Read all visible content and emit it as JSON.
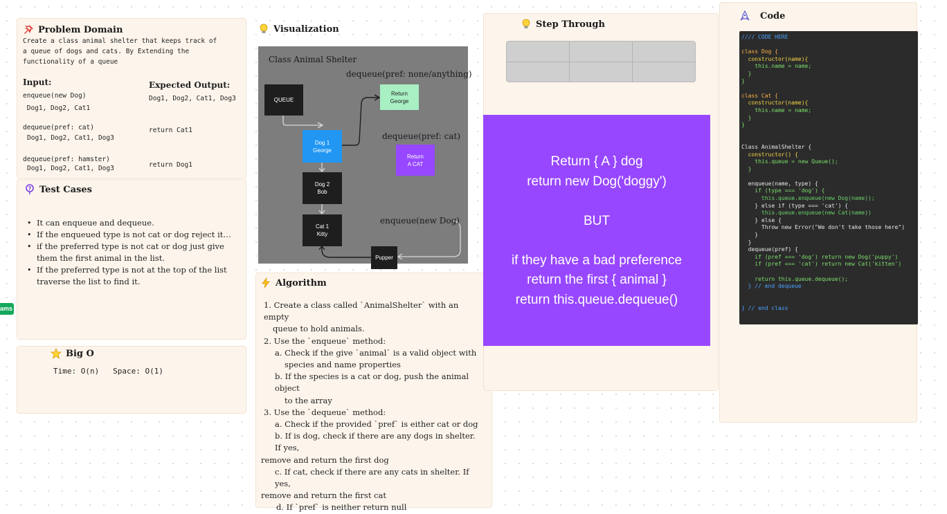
{
  "problem_domain": {
    "title": "Problem Domain",
    "description": "Create a class animal shelter that keeps track of\na queue of dogs and cats. By Extending the\nfunctionality of a queue",
    "input_heading": "Input:",
    "output_heading": "Expected Output:",
    "examples": [
      {
        "input": "enqueue(new Dog)",
        "input_detail": " Dog1, Dog2, Cat1",
        "output": "Dog1, Dog2, Cat1, Dog3"
      },
      {
        "input": "dequeue(pref: cat)",
        "input_detail": "Dog1, Dog2, Cat1, Dog3",
        "output": "return Cat1"
      },
      {
        "input": "dequeue(pref: hamster)",
        "input_detail": "Dog1, Dog2, Cat1, Dog3",
        "output": "return Dog1"
      }
    ]
  },
  "test_cases": {
    "title": "Test Cases",
    "items": [
      "It can enqueue and dequeue.",
      "If the enqueued  type is not cat or dog reject it…",
      "if the preferred type is not cat or dog just give them the first animal in the list.",
      "If the preferred type is not at the top of the list traverse the list to find it."
    ]
  },
  "big_o": {
    "title": "Big O",
    "text": "Time: O(n)   Space: O(1)"
  },
  "left_badge": "ams",
  "visualization": {
    "title": "Visualization",
    "heading": "Class Animal Shelter",
    "label_dequeue_any": "dequeue(pref: none/anything)",
    "label_dequeue_cat": "dequeue(pref: cat)",
    "label_enqueue": "enqueue(new Dog)",
    "queue_label": "QUEUE",
    "nodes": [
      {
        "line1": "Dog 1",
        "line2": "George"
      },
      {
        "line1": "Dog 2",
        "line2": "Bob"
      },
      {
        "line1": "Cat 1",
        "line2": "Kitty"
      }
    ],
    "return_george": {
      "line1": "Return",
      "line2": "George"
    },
    "return_cat": {
      "line1": "Return",
      "line2": "A CAT"
    },
    "pupper": "Pupper",
    "colors": {
      "george": "#2196f3",
      "return_george": "#a8efc4",
      "return_cat": "#9747ff",
      "node_dark": "#1e1e1e"
    }
  },
  "algorithm": {
    "title": "Algorithm",
    "lines": [
      "1. Create a class called `AnimalShelter` with an empty",
      "queue to hold animals.",
      "2. Use the `enqueue` method:",
      "a. Check if the give `animal` is a valid object with",
      "species and name properties",
      "b. If the species is a cat or dog, push the animal object",
      "to the array",
      "3. Use the `dequeue` method:",
      "a. Check if the provided `pref` is either cat or dog",
      "b. If is dog, check if there are any dogs in shelter. If yes,",
      "remove and return the first dog",
      "c. If cat, check if there are any cats in shelter. If yes,",
      "remove and return the first cat",
      "d. If `pref` is neither return null"
    ]
  },
  "step_through": {
    "title": "Step Through",
    "note_lines": [
      "Return { A } dog",
      "return new Dog('doggy')",
      "",
      "BUT",
      "",
      "if they have a bad preference",
      "return the first { animal }",
      "return this.queue.dequeue()"
    ]
  },
  "code": {
    "title": "Code",
    "lines": [
      "//// CODE HERE",
      "",
      "class Dog {",
      "  constructor(name){",
      "    this.name = name;",
      "  }",
      "}",
      "",
      "class Cat {",
      "  constructor(name){",
      "    this.name = name;",
      "  }",
      "}",
      "",
      "",
      "Class AnimalShelter {",
      "  constructor() {",
      "    this.queue = new Queue();",
      "  }",
      "",
      "  enqueue(name, type) {",
      "    if (type === 'dog') {",
      "      this.queue.enqueue(new Dog(name));",
      "    } else if (type === 'cat') {",
      "      this.queue.enqueue(new Cat(name))",
      "    } else {",
      "      Throw new Error(\"We don't take those here\")",
      "    }",
      "  }",
      "  dequeue(pref) {",
      "    if (pref === 'dog') return new Dog('puppy')",
      "    if (pref === 'cat') return new Cat('kitten')",
      "",
      "    return this.queue.dequeue();",
      "  } // end dequeue",
      "",
      "",
      "} // end class"
    ]
  }
}
